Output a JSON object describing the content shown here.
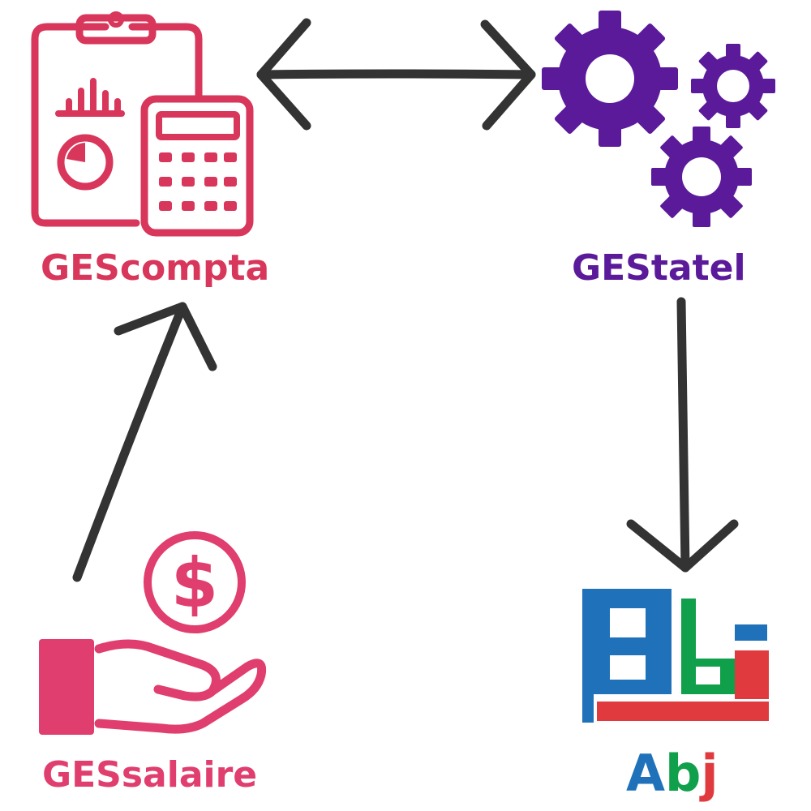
{
  "nodes": {
    "gescompta": {
      "label": "GEScompta",
      "color": "#d8365a",
      "icon": "clipboard-calculator-icon"
    },
    "gestatel": {
      "label": "GEStatel",
      "color": "#5a1a9a",
      "icon": "gears-icon"
    },
    "gessalaire": {
      "label": "GESsalaire",
      "color": "#e03e6e",
      "icon": "hand-coin-icon"
    },
    "abj": {
      "label_a": "A",
      "label_b": "b",
      "label_j": "j",
      "colors": {
        "blue": "#1f72b9",
        "green": "#109f4a",
        "red": "#e03a3e"
      },
      "icon": "abj-logo-icon"
    }
  },
  "edges": [
    {
      "from": "GEScompta",
      "to": "GEStatel",
      "type": "bidirectional"
    },
    {
      "from": "GEStatel",
      "to": "Abj",
      "type": "directed"
    },
    {
      "from": "GESsalaire",
      "to": "GEScompta",
      "type": "directed"
    }
  ],
  "colors": {
    "arrow": "#333333"
  }
}
